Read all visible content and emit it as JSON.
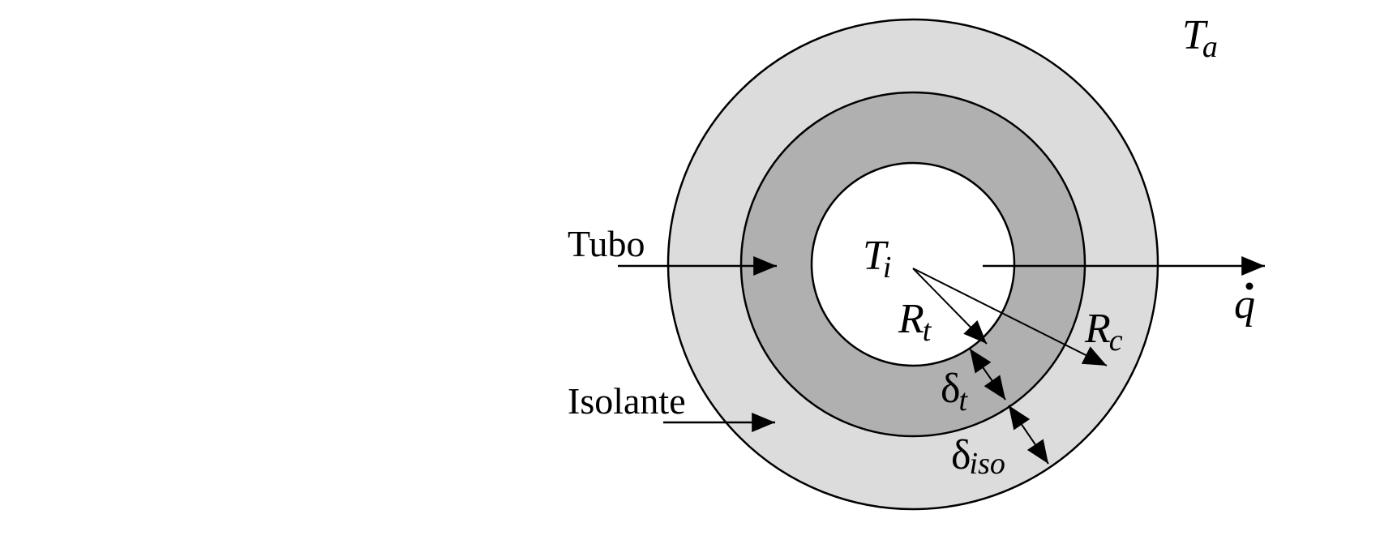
{
  "labels": {
    "ambient_temp": {
      "symbol": "T",
      "subscript": "a"
    },
    "inner_temp": {
      "symbol": "T",
      "subscript": "i"
    },
    "tube_radius": {
      "symbol": "R",
      "subscript": "t"
    },
    "critical_radius": {
      "symbol": "R",
      "subscript": "c"
    },
    "tube_thickness": {
      "symbol": "δ",
      "subscript": "t"
    },
    "insulation_thickness": {
      "symbol": "δ",
      "subscript": "iso"
    },
    "heat_flow": {
      "symbol": "q"
    },
    "tube": "Tubo",
    "insulation": "Isolante"
  },
  "colors": {
    "insulation_fill": "#dcdcdc",
    "tube_fill": "#b0b0b0",
    "bore_fill": "#ffffff",
    "stroke": "#000000"
  }
}
